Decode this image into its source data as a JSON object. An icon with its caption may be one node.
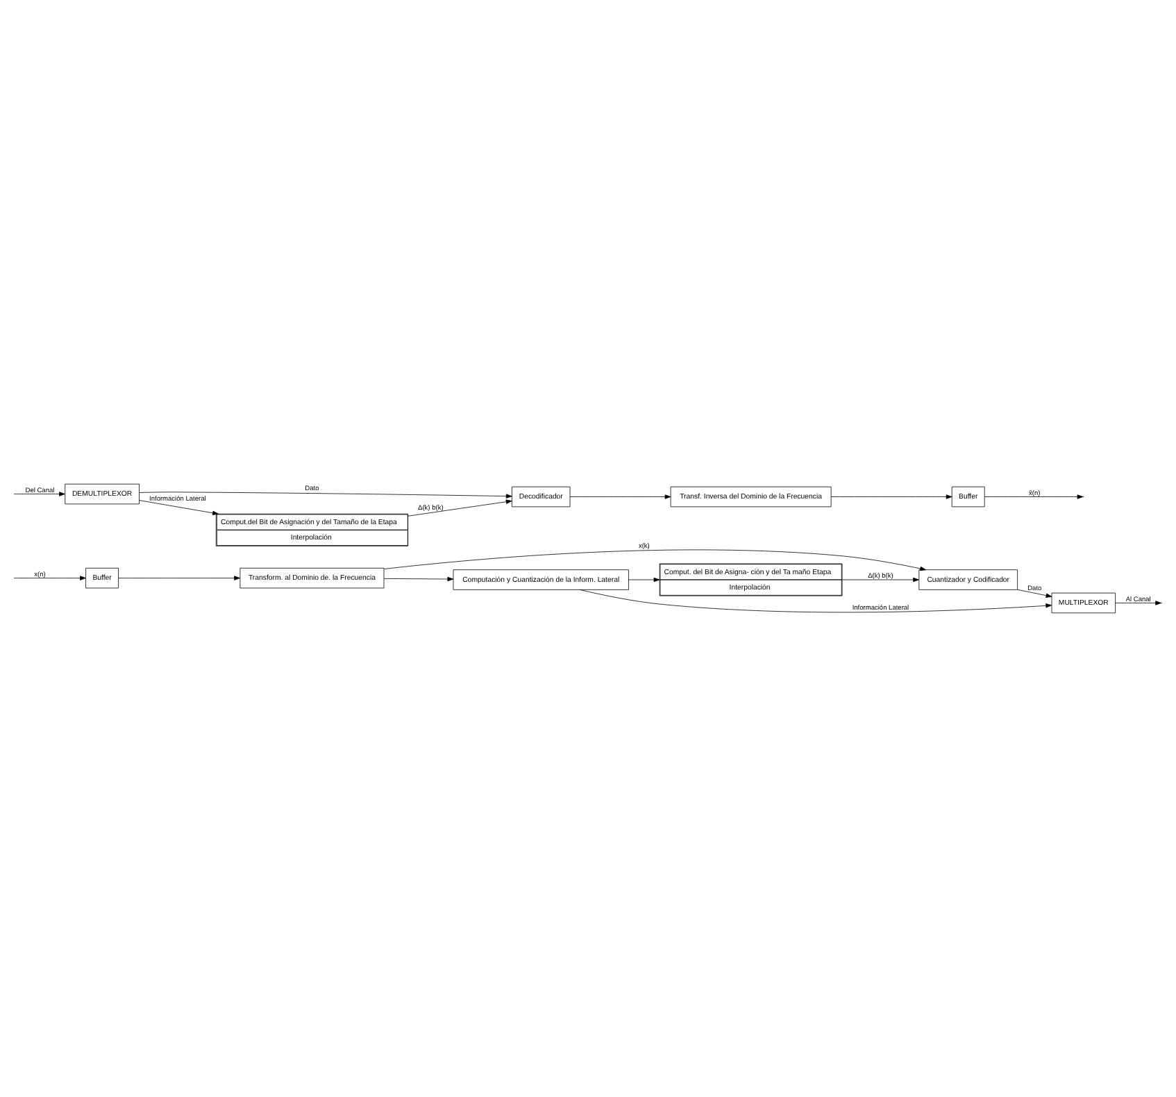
{
  "diagram": {
    "nodes": [
      {
        "text": [
          "Buffer"
        ]
      },
      {
        "text": [
          "Transform. al Dominio de. la Frecuencia"
        ]
      },
      {
        "text": [
          "Cuantizador y Codificador"
        ]
      },
      {
        "text": [
          "MULTIPLEXOR"
        ]
      },
      {
        "text": [
          "Computación y Cuantización de la Inform. Lateral"
        ]
      },
      {
        "text": [
          "Comput. del Bit de Asigna- ción y del Ta maño Etapa",
          "Interpolación"
        ]
      },
      {
        "text": [
          "DEMULTIPLEXOR"
        ]
      },
      {
        "text": [
          "Decodificador"
        ]
      },
      {
        "text": [
          "Transf. Inversa del Dominio de la Frecuencia"
        ]
      },
      {
        "text": [
          "Buffer"
        ]
      },
      {
        "text": [
          "Comput.del Bit de Asignación y del Tamaño de la Etapa",
          "Interpolación"
        ]
      }
    ],
    "edges": [
      {
        "from": null,
        "to": 0,
        "arrow": "to",
        "label": "x(n)"
      },
      {
        "from": 0,
        "to": 1,
        "arrow": "to"
      },
      {
        "from": 1,
        "to": 2,
        "arrow": "to",
        "label": "x(k)"
      },
      {
        "from": 2,
        "to": 3,
        "arrow": "to",
        "label": "Dato"
      },
      {
        "from": 1,
        "to": 4,
        "arrow": "to"
      },
      {
        "from": 5,
        "to": 2,
        "arrow": "to",
        "label": "Δ(k) b(k)"
      },
      {
        "from": 4,
        "to": 5,
        "arrow": "to"
      },
      {
        "from": 4,
        "to": 3,
        "arrow": "to",
        "label": "Información Lateral"
      },
      {
        "from": 3,
        "to": null,
        "arrow": "to",
        "label": "Al Canal"
      },
      {
        "from": null,
        "to": 6,
        "arrow": "to",
        "label": "Del Canal"
      },
      {
        "from": 6,
        "to": 7,
        "arrow": "to",
        "label": "Dato"
      },
      {
        "from": 7,
        "to": 8,
        "arrow": "to"
      },
      {
        "from": 8,
        "to": 9,
        "arrow": "to"
      },
      {
        "from": 9,
        "to": null,
        "arrow": "to",
        "label": "x̂(n)"
      },
      {
        "from": 10,
        "to": 7,
        "arrow": "to",
        "label": "Δ(k) b(k)"
      },
      {
        "from": 6,
        "to": 10,
        "arrow": "to",
        "label": "Información Lateral"
      }
    ]
  }
}
